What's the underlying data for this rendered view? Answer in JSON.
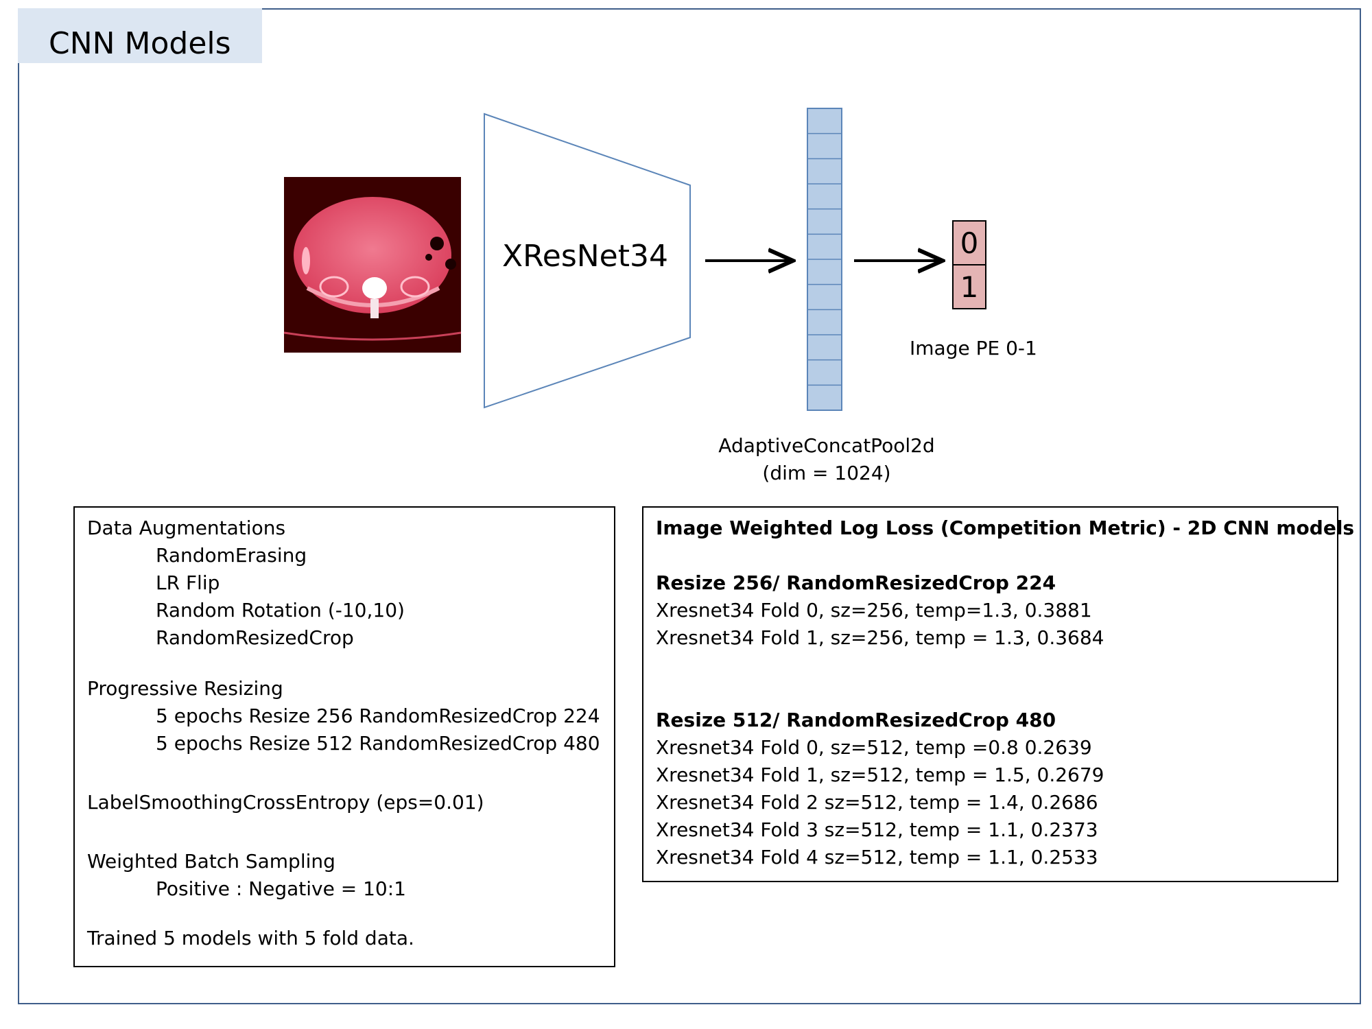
{
  "title": "CNN Models",
  "diagram": {
    "backbone_label": "XResNet34",
    "pool_label_line1": "AdaptiveConcatPool2d",
    "pool_label_line2": "(dim = 1024)",
    "output_cells": [
      "0",
      "1"
    ],
    "output_label": "Image PE 0-1",
    "input_image_icon": "ct-scan-image"
  },
  "augmentations_box": {
    "heading_augmentations": "Data Augmentations",
    "augmentations": [
      "RandomErasing",
      "LR Flip",
      "Random Rotation (-10,10)",
      "RandomResizedCrop"
    ],
    "heading_resizing": "Progressive Resizing",
    "resizing": [
      "5 epochs Resize 256 RandomResizedCrop 224",
      "5 epochs Resize 512 RandomResizedCrop 480"
    ],
    "loss": "LabelSmoothingCrossEntropy (eps=0.01)",
    "heading_sampling": "Weighted Batch Sampling",
    "sampling": "Positive : Negative = 10:1",
    "summary": "Trained 5 models with 5 fold data."
  },
  "results_box": {
    "title": "Image Weighted Log Loss (Competition Metric) - 2D CNN models",
    "group1_heading": "Resize 256/ RandomResizedCrop 224",
    "group1": [
      "Xresnet34 Fold 0, sz=256, temp=1.3, 0.3881",
      "Xresnet34 Fold 1, sz=256, temp = 1.3, 0.3684"
    ],
    "group2_heading": "Resize 512/ RandomResizedCrop 480",
    "group2": [
      "Xresnet34 Fold 0, sz=512, temp =0.8 0.2639",
      "Xresnet34 Fold 1, sz=512, temp = 1.5, 0.2679",
      "Xresnet34 Fold 2 sz=512, temp = 1.4, 0.2686",
      "Xresnet34 Fold 3 sz=512, temp = 1.1, 0.2373",
      "Xresnet34 Fold 4 sz=512, temp = 1.1, 0.2533"
    ]
  },
  "colors": {
    "frame_border": "#3f5e8a",
    "title_tab": "#dce6f2",
    "pool_fill": "#b7cde6",
    "pool_stroke": "#5b85b8",
    "output_fill": "#e4b4b4",
    "ct_background": "#3a0000",
    "ct_tissue": "#e8566e"
  }
}
